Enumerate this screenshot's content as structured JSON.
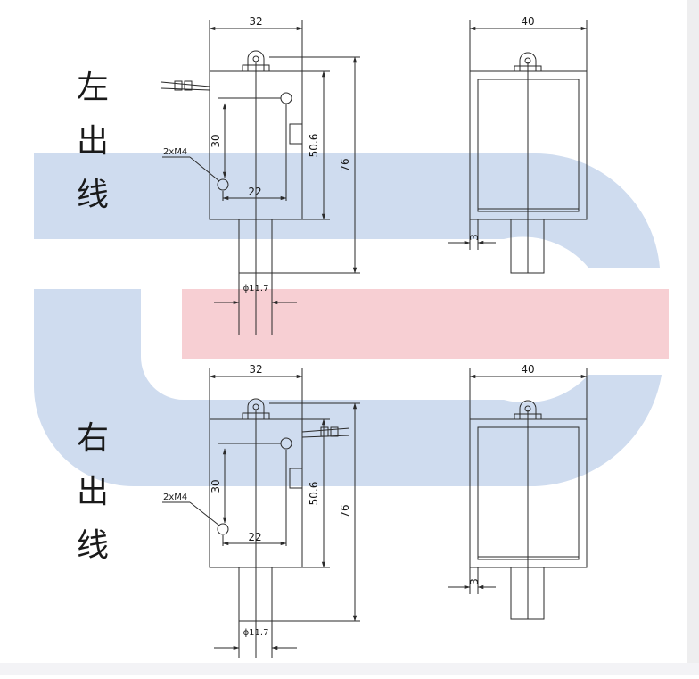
{
  "colors": {
    "watermark_blue": "#cfdcef",
    "watermark_red": "#f7cfd3",
    "line": "#2a2a2a"
  },
  "views": {
    "left_exit": {
      "title": "左出线",
      "title_chars": [
        "左",
        "出",
        "线"
      ],
      "width_dim": "32",
      "hole_span": "30",
      "height_dim": "50.6",
      "total_height": "76",
      "pitch": "22",
      "holes": "2xM4",
      "shaft_dia": "ϕ11.7"
    },
    "left_exit_side": {
      "width_dim": "40",
      "offset": "3"
    },
    "right_exit": {
      "title": "右出线",
      "title_chars": [
        "右",
        "出",
        "线"
      ],
      "width_dim": "32",
      "hole_span": "30",
      "height_dim": "50.6",
      "total_height": "76",
      "pitch": "22",
      "holes": "2xM4",
      "shaft_dia": "ϕ11.7"
    },
    "right_exit_side": {
      "width_dim": "40",
      "offset": "3"
    }
  }
}
